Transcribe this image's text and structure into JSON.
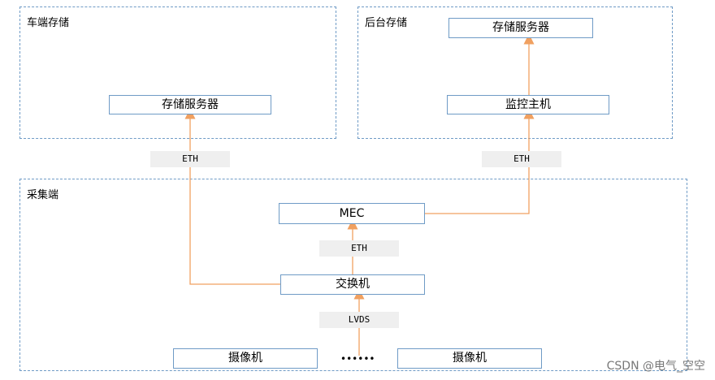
{
  "groups": {
    "vehicle_storage": "车端存储",
    "backend_storage": "后台存储",
    "collection": "采集端"
  },
  "nodes": {
    "vehicle_storage_server": "存储服务器",
    "backend_storage_server": "存储服务器",
    "monitor_host": "监控主机",
    "mec": "MEC",
    "switch": "交换机",
    "camera_left": "摄像机",
    "camera_right": "摄像机"
  },
  "links": {
    "eth_left": "ETH",
    "eth_right": "ETH",
    "eth_mid": "ETH",
    "lvds": "LVDS"
  },
  "ellipsis": "••••••",
  "watermark": "CSDN @电气_空空",
  "colors": {
    "arrow": "#f0a060",
    "border": "#6f9bc6"
  }
}
